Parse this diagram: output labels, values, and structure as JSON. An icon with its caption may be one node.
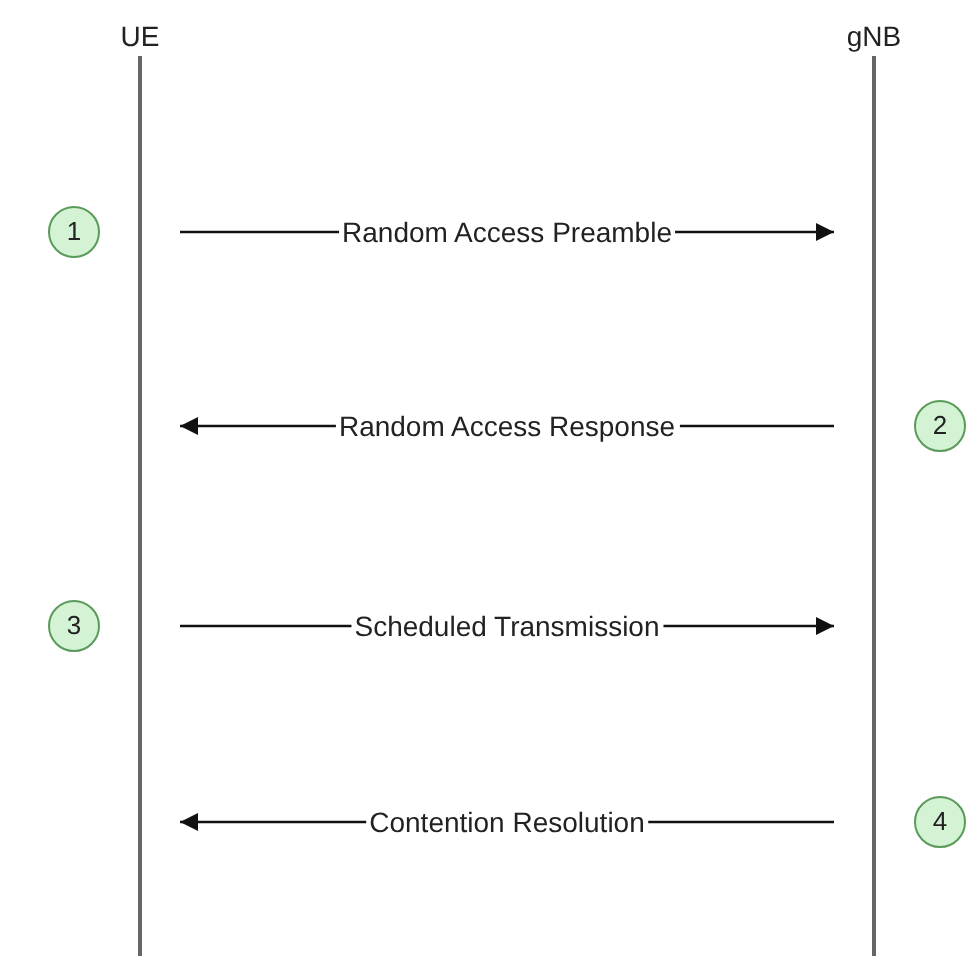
{
  "diagram": {
    "nodes": [
      {
        "text": [
          "UE"
        ]
      },
      {
        "text": [
          "gNB"
        ]
      },
      {
        "text": [
          "1"
        ]
      },
      {
        "text": [
          "2"
        ]
      },
      {
        "text": [
          "3"
        ]
      },
      {
        "text": [
          "4"
        ]
      }
    ],
    "edges": [
      {
        "from": 0,
        "to": 1,
        "arrow": "to",
        "label": "Random Access Preamble"
      },
      {
        "from": 1,
        "to": 0,
        "arrow": "to",
        "label": "Random Access Response"
      },
      {
        "from": 0,
        "to": 1,
        "arrow": "to",
        "label": "Scheduled Transmission"
      },
      {
        "from": 1,
        "to": 0,
        "arrow": "to",
        "label": "Contention Resolution"
      }
    ]
  }
}
